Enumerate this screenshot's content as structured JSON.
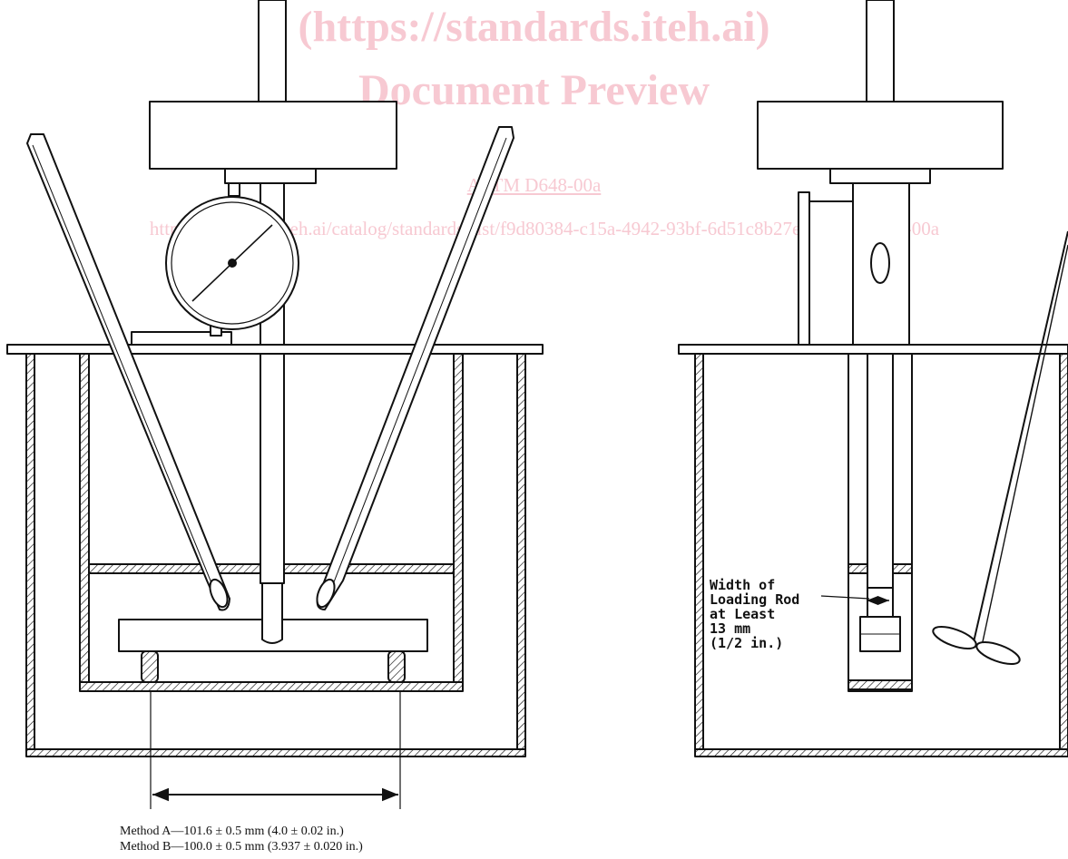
{
  "watermark": {
    "line1": "(https://standards.iteh.ai)",
    "line2": "Document Preview",
    "standard": "ASTM D648-00a",
    "url": "https://standards.iteh.ai/catalog/standards/sist/f9d80384-c15a-4942-93bf-6d51c8b27ebb/astm-d648-00a"
  },
  "annotations": {
    "rod_width_lines": [
      "Width of",
      "Loading Rod",
      "at Least",
      "13 mm",
      "(1/2 in.)"
    ],
    "span_method_a": "Method A—101.6 ± 0.5 mm (4.0 ± 0.02 in.)",
    "span_method_b": "Method B—100.0 ± 0.5 mm (3.937 ± 0.020 in.)"
  }
}
